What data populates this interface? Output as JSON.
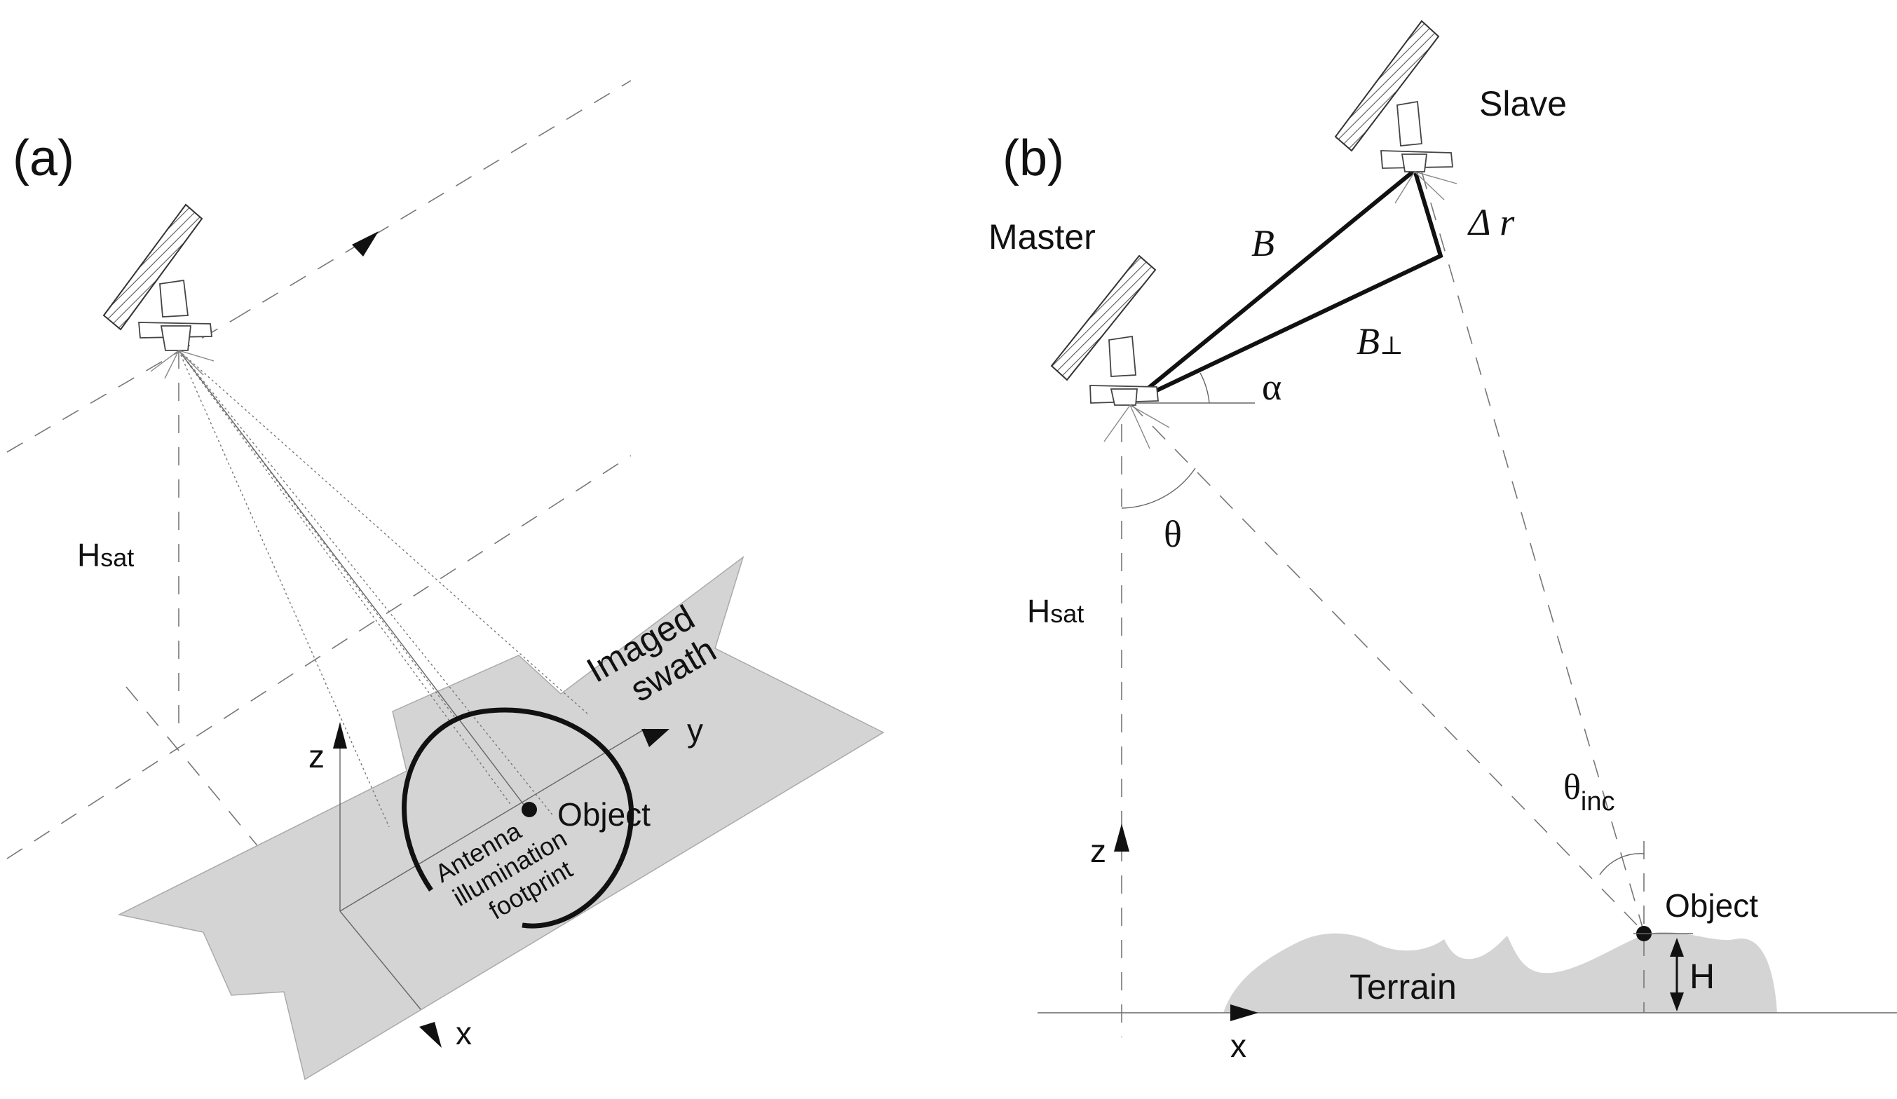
{
  "panel_a": {
    "label": "(a)",
    "h_sat": "H",
    "h_sat_sub": "sat",
    "swath_label_line1": "Imaged",
    "swath_label_line2": "swath",
    "axis_z": "z",
    "axis_y": "y",
    "axis_x": "x",
    "object": "Object",
    "footprint_line1": "Antenna",
    "footprint_line2": "illumination",
    "footprint_line3": "footprint"
  },
  "panel_b": {
    "label": "(b)",
    "slave": "Slave",
    "master": "Master",
    "baseline": "B",
    "baseline_perp": "B",
    "baseline_perp_sub": "⊥",
    "delta_r": "Δ r",
    "alpha": "α",
    "theta": "θ",
    "h_sat": "H",
    "h_sat_sub": "sat",
    "theta_inc": "θ",
    "theta_inc_sub": "inc",
    "axis_z": "z",
    "axis_x": "x",
    "object": "Object",
    "terrain": "Terrain",
    "height": "H"
  },
  "colors": {
    "swath_fill": "#d4d4d4",
    "terrain_fill": "#d4d4d4",
    "line": "#111111",
    "guide": "#777777"
  }
}
